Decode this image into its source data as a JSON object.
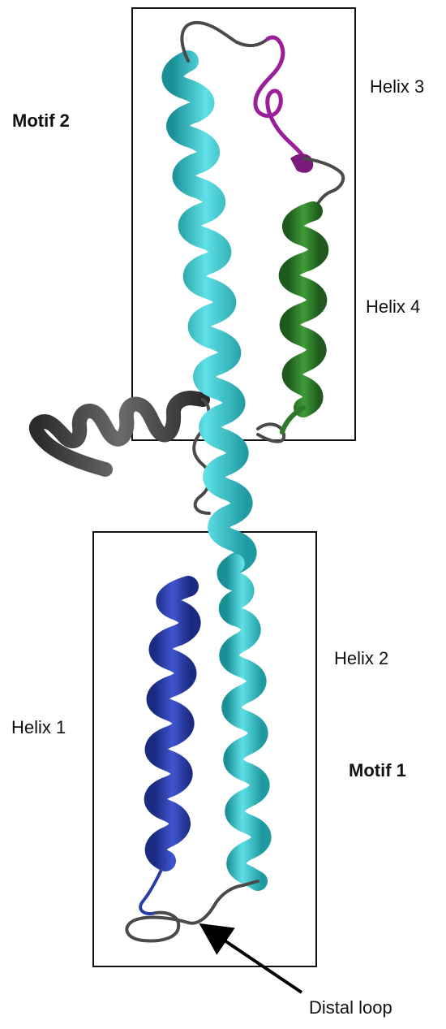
{
  "labels": {
    "motif_2": "Motif 2",
    "motif_1": "Motif 1",
    "helix_1": "Helix 1",
    "helix_2": "Helix 2",
    "helix_3": "Helix 3",
    "helix_4": "Helix 4",
    "distal_loop": "Distal loop"
  },
  "colors": {
    "helix_2_cyan": "#33c6cc",
    "helix_1_blue": "#2b3ea8",
    "helix_4_green": "#2f7a2a",
    "helix_3_magenta": "#9b1f9b",
    "loop_gray": "#4a4a4a",
    "box_stroke": "#111111",
    "arrow": "#000000"
  }
}
